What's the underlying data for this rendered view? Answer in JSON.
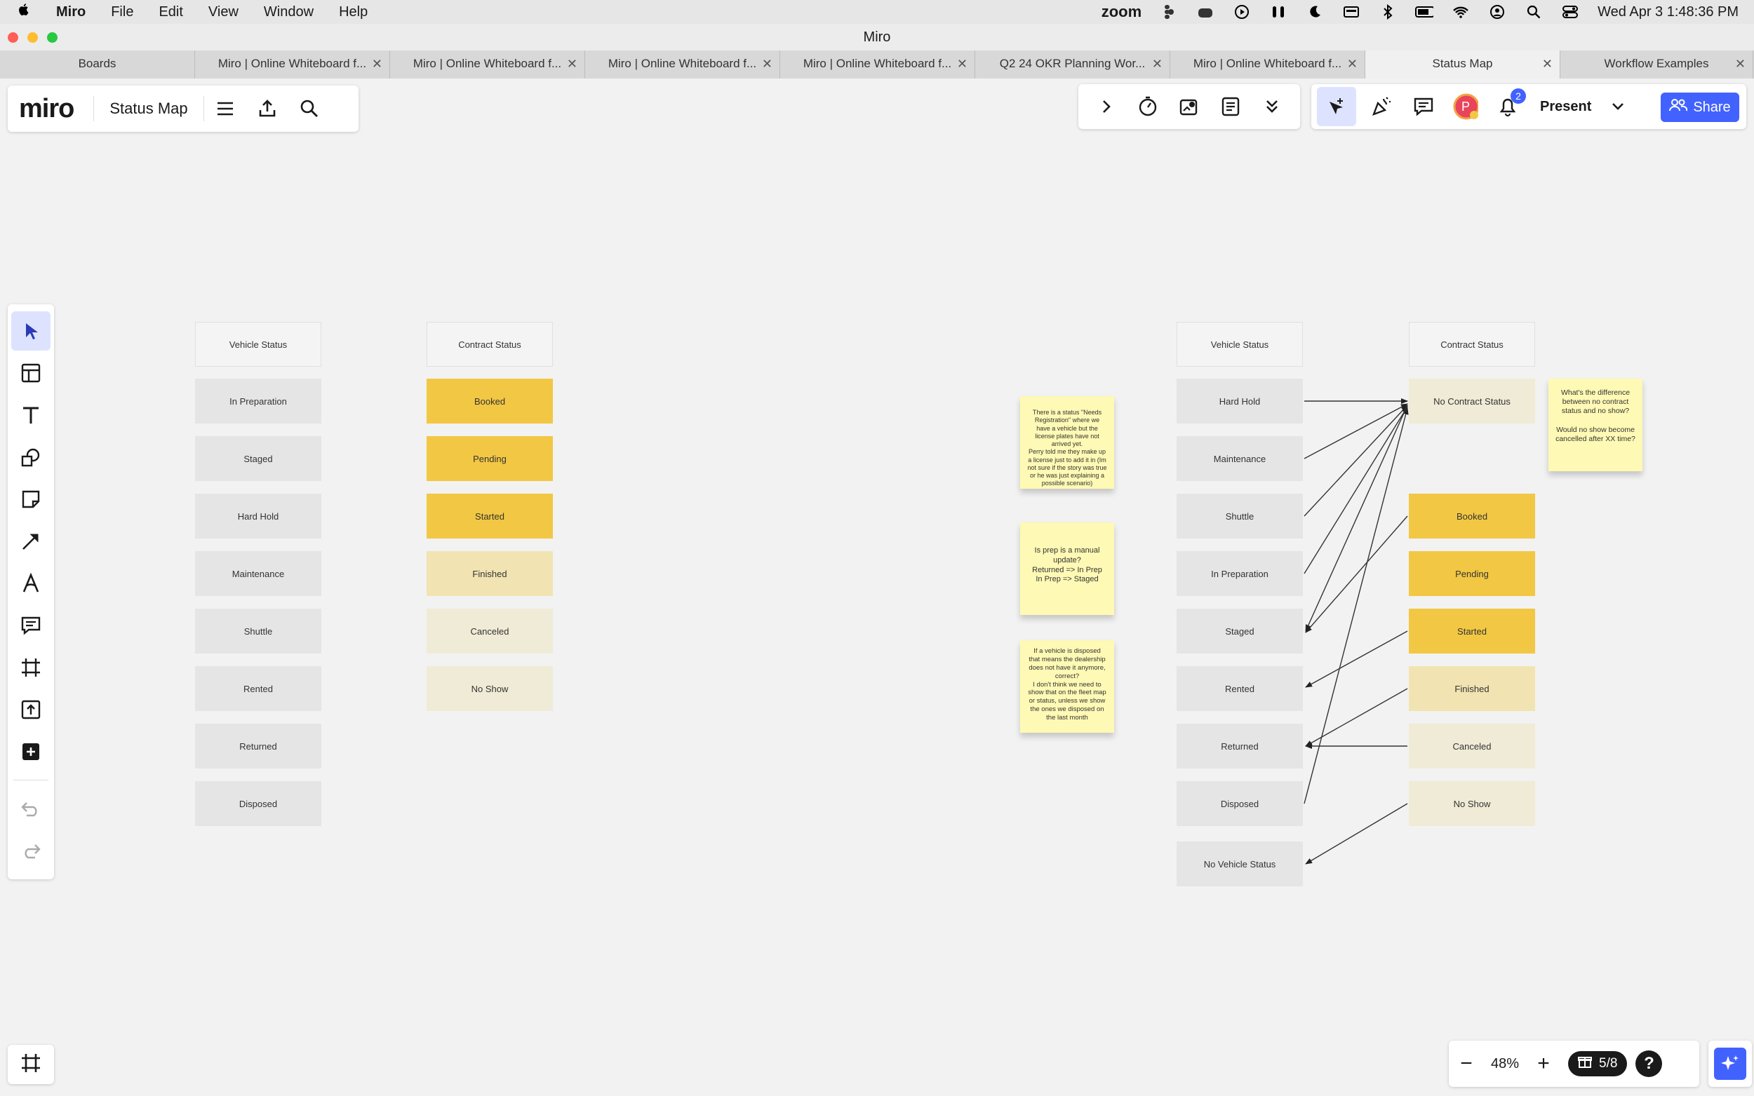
{
  "menubar": {
    "app": "Miro",
    "items": [
      "File",
      "Edit",
      "View",
      "Window",
      "Help"
    ],
    "zoom_label": "zoom",
    "datetime": "Wed Apr 3  1:48:36 PM"
  },
  "window": {
    "title": "Miro"
  },
  "tabs": [
    {
      "label": "Boards",
      "closable": false,
      "active": false
    },
    {
      "label": "Miro | Online Whiteboard f...",
      "closable": true,
      "active": false
    },
    {
      "label": "Miro | Online Whiteboard f...",
      "closable": true,
      "active": false
    },
    {
      "label": "Miro | Online Whiteboard f...",
      "closable": true,
      "active": false
    },
    {
      "label": "Miro | Online Whiteboard f...",
      "closable": true,
      "active": false
    },
    {
      "label": "Q2 24 OKR Planning Wor...",
      "closable": true,
      "active": false
    },
    {
      "label": "Miro | Online Whiteboard f...",
      "closable": true,
      "active": false
    },
    {
      "label": "Status Map",
      "closable": true,
      "active": true
    },
    {
      "label": "Workflow Examples",
      "closable": true,
      "active": false
    }
  ],
  "toppanel": {
    "logo": "miro",
    "board_name": "Status Map"
  },
  "rightpanel": {
    "present_label": "Present",
    "share_label": "Share",
    "notification_count": "2",
    "avatar_initial": "P"
  },
  "zoom": {
    "minus": "−",
    "value": "48%",
    "plus": "+",
    "gift_label": "5/8",
    "help": "?"
  },
  "colors": {
    "accent": "#4262ff",
    "sticky": "#fef9b4",
    "yellow_strong": "#f2c744",
    "yellow_mid": "#f1e4b2",
    "yellow_light": "#f0ebd6",
    "gray_box": "#e5e5e5"
  },
  "board": {
    "left_vehicle": {
      "header": "Vehicle Status",
      "items": [
        "In Preparation",
        "Staged",
        "Hard Hold",
        "Maintenance",
        "Shuttle",
        "Rented",
        "Returned",
        "Disposed"
      ]
    },
    "left_contract": {
      "header": "Contract Status",
      "items": [
        "Booked",
        "Pending",
        "Started",
        "Finished",
        "Canceled",
        "No Show"
      ]
    },
    "right_vehicle": {
      "header": "Vehicle Status",
      "items": [
        "Hard Hold",
        "Maintenance",
        "Shuttle",
        "In Preparation",
        "Staged",
        "Rented",
        "Returned",
        "Disposed",
        "No Vehicle Status"
      ]
    },
    "right_contract": {
      "header": "Contract Status",
      "top_item": "No Contract Status",
      "items": [
        "Booked",
        "Pending",
        "Started",
        "Finished",
        "Canceled",
        "No Show"
      ]
    },
    "stickies": [
      "There is a status \"Needs Registration\" where we have a vehicle but the license plates have not arrived yet.\nPerry told me they make up a license just to add it in (Im not sure if the story was true or he was just explaining a possible scenario)",
      "Is prep is a manual update?\nReturned => In Prep\nIn Prep => Staged",
      "If a vehicle is disposed that means the dealership does not have it anymore, correct?\nI don't think we need to show that on the fleet map or status, unless we show the ones we disposed on the last month",
      "What's the difference between no contract status and no show?\n\nWould no show become cancelled after XX time?"
    ]
  }
}
